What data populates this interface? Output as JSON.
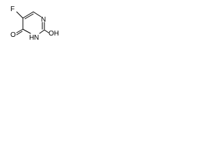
{
  "molecule": {
    "atoms": {
      "fluorine": "F",
      "ring_nitrogen_top": "N",
      "ring_nitrogen_bottom": "N",
      "ring_nitrogen_bottom_h": "H",
      "hydroxyl": "OH",
      "carbonyl_oxygen": "O"
    },
    "colors": {
      "ink": "#000000",
      "background": "#ffffff"
    }
  }
}
